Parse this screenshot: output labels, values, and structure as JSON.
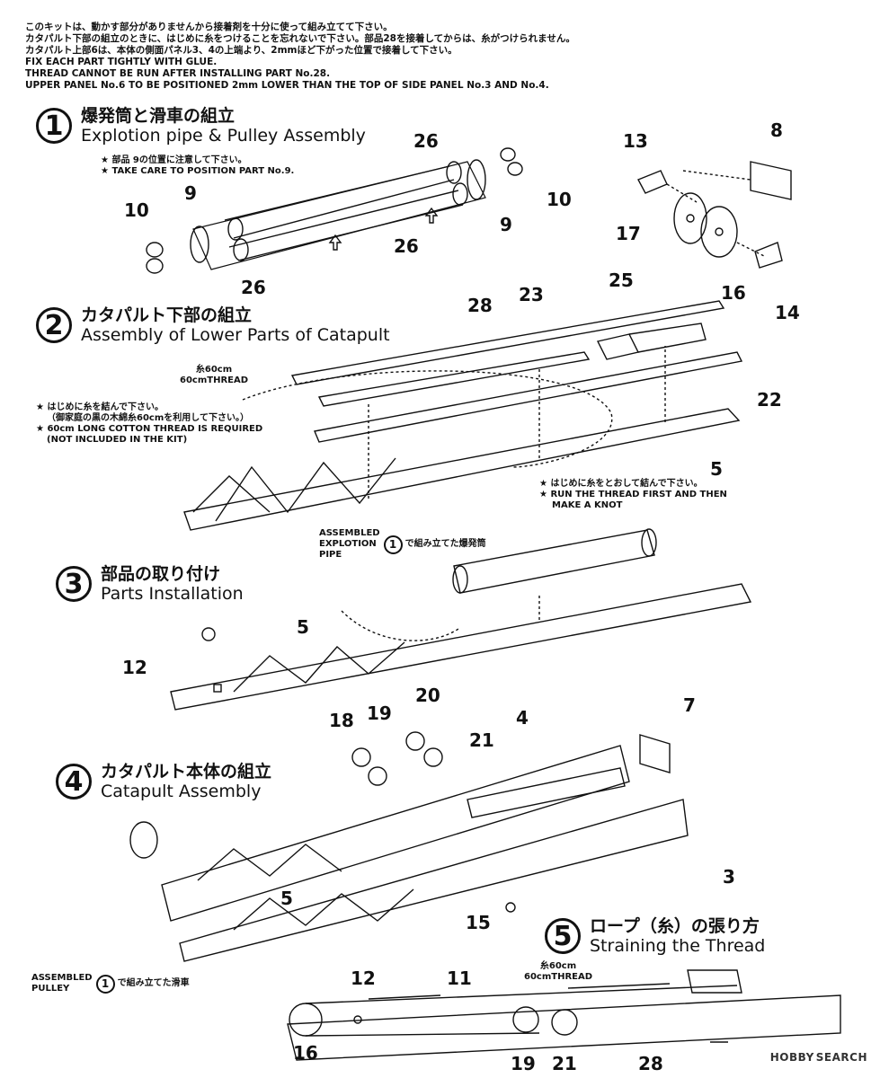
{
  "notes": [
    "このキットは、動かす部分がありませんから接着剤を十分に使って組み立てて下さい。",
    "カタパルト下部の組立のときに、はじめに糸をつけることを忘れないで下さい。部品28を接着してからは、糸がつけられません。",
    "カタパルト上部6は、本体の側面パネル3、4の上端より、2mmほど下がった位置で接着して下さい。",
    "FIX EACH PART TIGHTLY WITH GLUE.",
    "THREAD CANNOT BE RUN AFTER INSTALLING PART No.28.",
    "UPPER PANEL No.6 TO BE POSITIONED 2mm LOWER THAN THE TOP OF SIDE PANEL No.3 AND No.4."
  ],
  "steps": [
    {
      "num": "1",
      "jp": "爆発筒と滑車の組立",
      "en": "Explotion pipe & Pulley Assembly"
    },
    {
      "num": "2",
      "jp": "カタパルト下部の組立",
      "en": "Assembly of Lower Parts of Catapult"
    },
    {
      "num": "3",
      "jp": "部品の取り付け",
      "en": "Parts Installation"
    },
    {
      "num": "4",
      "jp": "カタパルト本体の組立",
      "en": "Catapult Assembly"
    },
    {
      "num": "5",
      "jp": "ロープ（糸）の張り方",
      "en": "Straining the Thread"
    }
  ],
  "step1_notes": [
    "★ 部品 9の位置に注意して下さい。",
    "★ TAKE CARE TO POSITION PART No.9."
  ],
  "step2_thread": [
    "糸60cm",
    "60cmTHREAD"
  ],
  "step2_notes_left": [
    "★ はじめに糸を結んで下さい。",
    "（御家庭の黒の木綿糸60cmを利用して下さい。）",
    "★ 60cm LONG COTTON THREAD IS REQUIRED",
    "(NOT INCLUDED IN THE KIT)"
  ],
  "step2_notes_right": [
    "★ はじめに糸をとおして結んで下さい。",
    "★ RUN THE THREAD FIRST AND THEN",
    "MAKE A KNOT"
  ],
  "step3_assembled": {
    "en1": "ASSEMBLED",
    "en2": "EXPLOTION",
    "en3": "PIPE",
    "num": "1",
    "jp": "で組み立てた爆発筒"
  },
  "step4_assembled": {
    "en1": "ASSEMBLED",
    "en2": "PULLEY",
    "num": "1",
    "jp": "で組み立てた滑車"
  },
  "step5_thread": [
    "糸60cm",
    "60cmTHREAD"
  ],
  "part_labels": {
    "p26a": "26",
    "p26b": "26",
    "p26c": "26",
    "p9a": "9",
    "p9b": "9",
    "p10a": "10",
    "p10b": "10",
    "p13": "13",
    "p8": "8",
    "p17": "17",
    "p16": "16",
    "p14": "14",
    "p28": "28",
    "p23": "23",
    "p25": "25",
    "p22": "22",
    "p5a": "5",
    "p12": "12",
    "p5b": "5",
    "p18": "18",
    "p19": "19",
    "p20": "20",
    "p21": "21",
    "p4": "4",
    "p7": "7",
    "p3": "3",
    "p5c": "5",
    "p15": "15",
    "s5_12": "12",
    "s5_11": "11",
    "s5_16": "16",
    "s5_19": "19",
    "s5_21": "21",
    "s5_28": "28"
  },
  "watermark": {
    "brand": "HOBBY",
    "rest": "SEARCH"
  }
}
